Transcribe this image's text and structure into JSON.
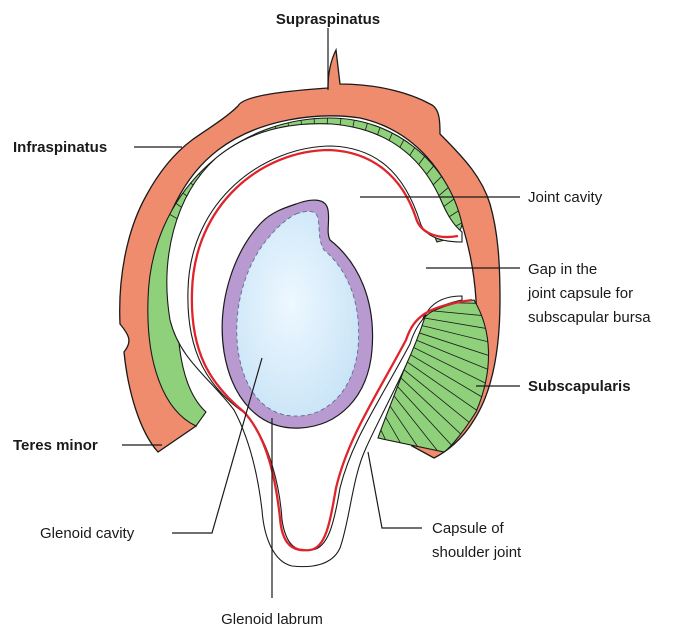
{
  "labels": {
    "supraspinatus": "Supraspinatus",
    "infraspinatus": "Infraspinatus",
    "teres_minor": "Teres minor",
    "subscapularis": "Subscapularis",
    "joint_cavity": "Joint cavity",
    "gap_line1": "Gap in the",
    "gap_line2": "joint capsule for",
    "gap_line3": "subscapular bursa",
    "capsule_line1": "Capsule of",
    "capsule_line2": "shoulder joint",
    "glenoid_cavity": "Glenoid cavity",
    "glenoid_labrum": "Glenoid labrum"
  },
  "colors": {
    "muscle": "#f08c6e",
    "tendon": "#8fd07a",
    "capsule_line": "#e0242c",
    "labrum": "#b89ad0",
    "cavity": "#d6ecfa",
    "outline": "#1a1a1a"
  }
}
